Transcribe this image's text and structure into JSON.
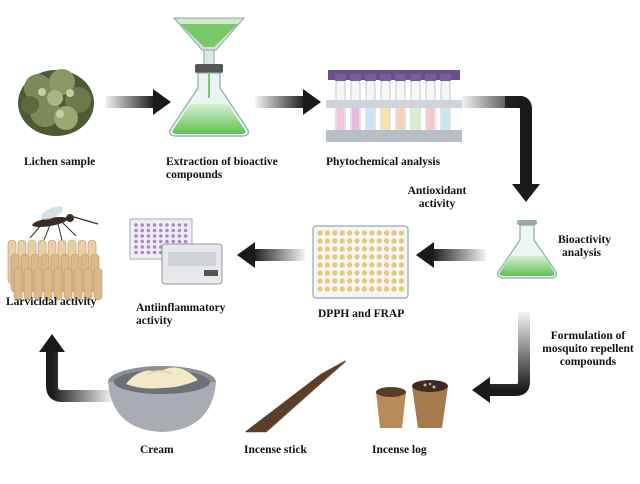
{
  "colors": {
    "arrow_dark": "#1a1a1a",
    "lichen": "#6d7a4e",
    "extract_green": "#79c96a",
    "plate": "#e9d59a",
    "cream": "#f3e9c8",
    "incense": "#6b4a30"
  },
  "icons": [
    "lichen-icon",
    "funnel-flask-icon",
    "test-tube-rack-icon",
    "flask-icon",
    "well-plate-icon",
    "plate-reader-icon",
    "mosquito-icon",
    "larvae-icon",
    "cream-bowl-icon",
    "incense-stick-icon",
    "incense-log-icon"
  ],
  "steps": {
    "lichen": "Lichen sample",
    "extraction_l1": "Extraction of bioactive",
    "extraction_l2": "compounds",
    "phyto": "Phytochemical analysis",
    "antiox_l1": "Antioxidant",
    "antiox_l2": "activity",
    "bio_l1": "Bioactivity",
    "bio_l2": "analysis",
    "dpph": "DPPH and FRAP",
    "antiinf_l1": "Antiinflammatory",
    "antiinf_l2": "activity",
    "larvicidal": "Larvicidal activity",
    "form_l1": "Formulation of",
    "form_l2": "mosquito repellent",
    "form_l3": "compounds",
    "cream": "Cream",
    "stick": "Incense stick",
    "log": "Incense log"
  }
}
